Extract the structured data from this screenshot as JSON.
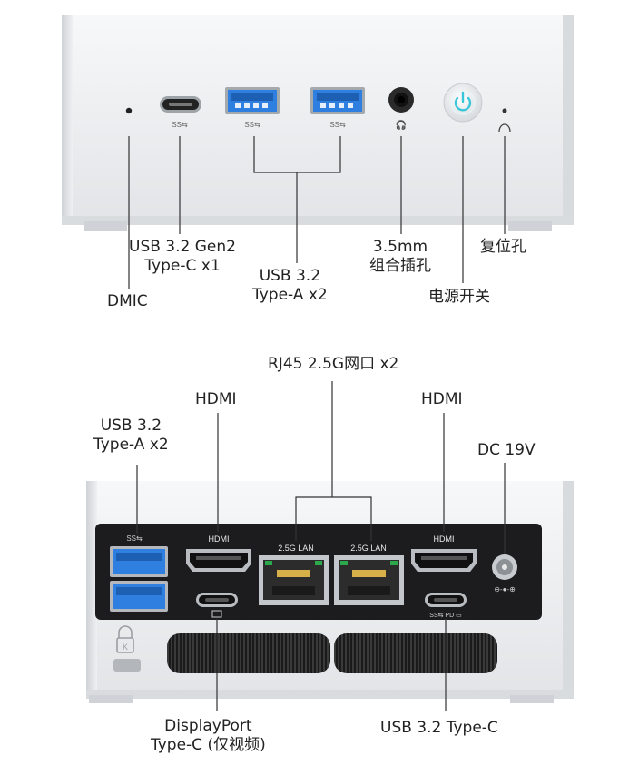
{
  "front": {
    "labels": {
      "usbc_gen2": "USB 3.2 Gen2\nType-C x1",
      "dmic": "DMIC",
      "usba": "USB 3.2\nType-A x2",
      "audio": "3.5mm\n组合插孔",
      "reset": "复位孔",
      "power": "电源开关"
    }
  },
  "rear": {
    "labels": {
      "rj45": "RJ45 2.5G网口 x2",
      "hdmi_left": "HDMI",
      "hdmi_right": "HDMI",
      "usba": "USB 3.2\nType-A x2",
      "dc": "DC 19V",
      "displayport": "DisplayPort\nType-C (仅视频)",
      "usbc": "USB 3.2 Type-C"
    },
    "panel_text": {
      "hdmi_left": "HDMI",
      "hdmi_right": "HDMI",
      "lan_left": "2.5G LAN",
      "lan_right": "2.5G LAN"
    }
  },
  "colors": {
    "chassis": "#eceef0",
    "panel": "#1c1c1e",
    "usb_blue": "#2f7fe0",
    "power_led": "#39c6d8"
  }
}
